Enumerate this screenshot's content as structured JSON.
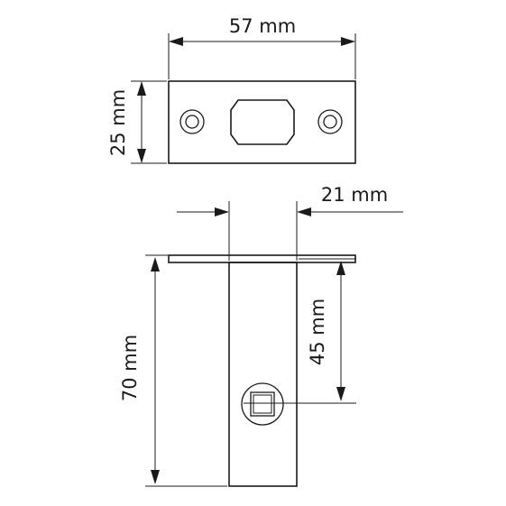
{
  "dimensions": {
    "faceplate_width": "57 mm",
    "faceplate_height": "25 mm",
    "body_width": "21 mm",
    "backset": "45 mm",
    "total_length": "70 mm"
  },
  "colors": {
    "line": "#1a1a1a",
    "background": "#ffffff"
  }
}
